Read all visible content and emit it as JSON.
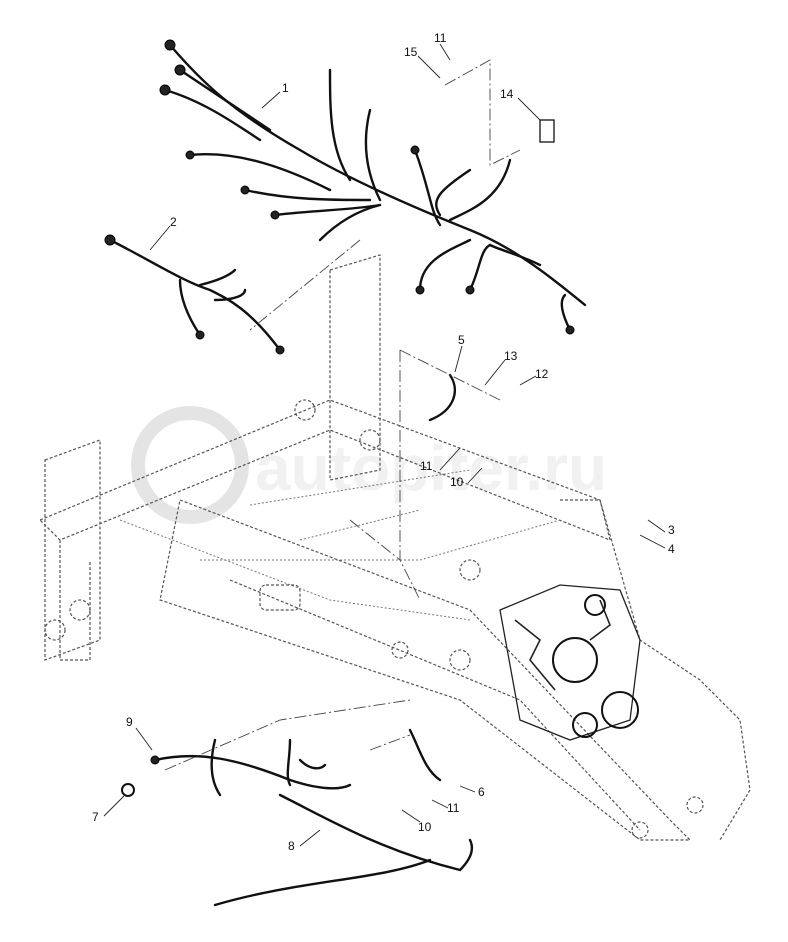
{
  "watermark": "autopiter.ru",
  "callouts": [
    {
      "id": "c1",
      "text": "1"
    },
    {
      "id": "c2",
      "text": "2"
    },
    {
      "id": "c3",
      "text": "3"
    },
    {
      "id": "c4",
      "text": "4"
    },
    {
      "id": "c5",
      "text": "5"
    },
    {
      "id": "c6",
      "text": "6"
    },
    {
      "id": "c7",
      "text": "7"
    },
    {
      "id": "c8",
      "text": "8"
    },
    {
      "id": "c9",
      "text": "9"
    },
    {
      "id": "c10a",
      "text": "10"
    },
    {
      "id": "c10b",
      "text": "10"
    },
    {
      "id": "c11a",
      "text": "11"
    },
    {
      "id": "c11b",
      "text": "11"
    },
    {
      "id": "c11c",
      "text": "11"
    },
    {
      "id": "c12",
      "text": "12"
    },
    {
      "id": "c13",
      "text": "13"
    },
    {
      "id": "c14",
      "text": "14"
    },
    {
      "id": "c15",
      "text": "15"
    }
  ]
}
